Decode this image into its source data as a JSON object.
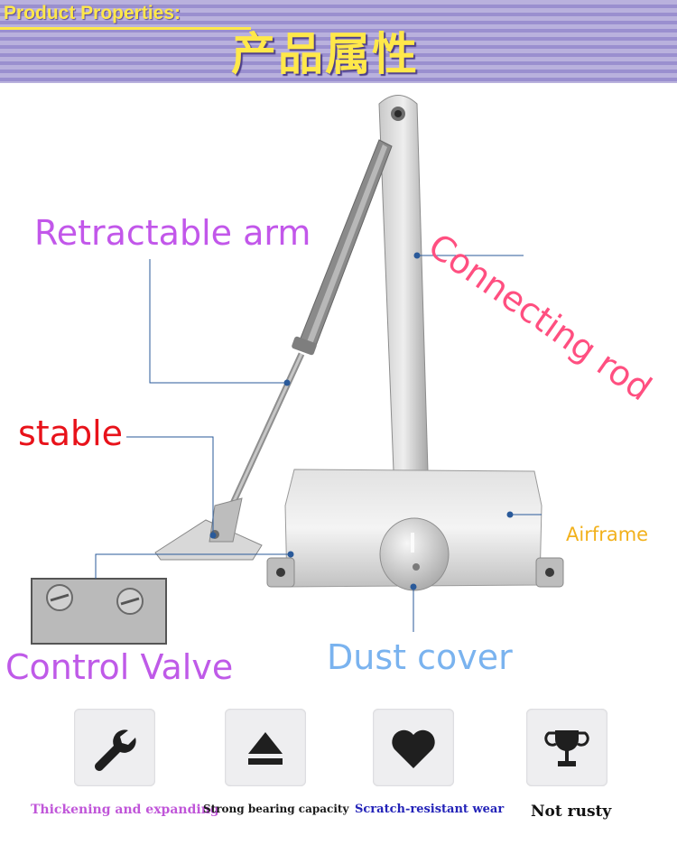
{
  "header": {
    "title_en": "Product Properties:",
    "title_zh": "产品属性"
  },
  "callouts": {
    "retractable_arm": "Retractable arm",
    "connecting_rod": "Connecting rod",
    "stable": "stable",
    "airframe": "Airframe",
    "control_valve": "Control Valve",
    "dust_cover": "Dust cover"
  },
  "features": [
    {
      "icon": "wrench-icon",
      "caption": "Thickening and expanding"
    },
    {
      "icon": "eject-triangle-icon",
      "caption": "Strong bearing capacity"
    },
    {
      "icon": "heart-icon",
      "caption": "Scratch-resistant wear"
    },
    {
      "icon": "trophy-icon",
      "caption": "Not rusty"
    }
  ],
  "colors": {
    "header_text": "#ffe84a",
    "retractable_arm": "#c257ea",
    "connecting_rod": "#ff4f80",
    "stable": "#e8121a",
    "airframe": "#f2b11c",
    "control_valve": "#bf5ae8",
    "dust_cover": "#7ab3ef",
    "leader_line": "#2a5a9a"
  }
}
